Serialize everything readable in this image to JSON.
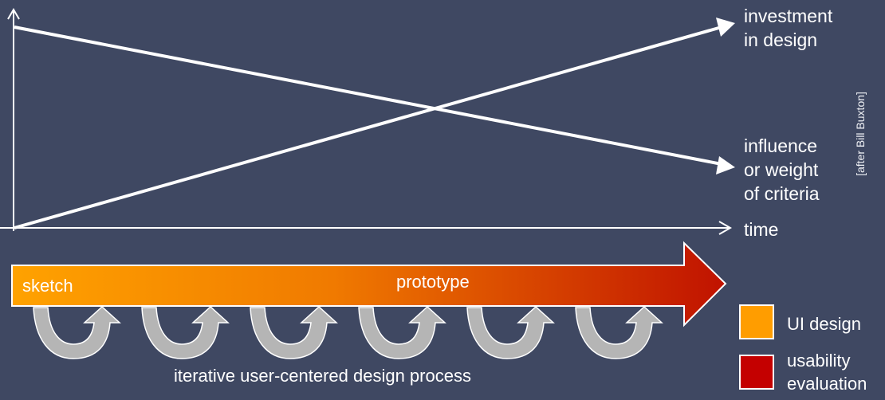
{
  "labels": {
    "investment": "investment\nin design",
    "influence": "influence\nor weight\nof criteria",
    "time": "time",
    "credit": "[after Bill Buxton]",
    "sketch": "sketch",
    "prototype": "prototype",
    "process": "iterative user-centered design process"
  },
  "legend": [
    {
      "label": "UI design",
      "color": "#ff9d00"
    },
    {
      "label": "usability\nevaluation",
      "color": "#c40000"
    }
  ],
  "colors": {
    "background": "#3f4862",
    "line": "#ffffff",
    "gradient_start": "#ffa200",
    "gradient_mid": "#f07a00",
    "gradient_end": "#c01200",
    "loop_arrow": "#b5b5b5"
  },
  "iterations": 6
}
